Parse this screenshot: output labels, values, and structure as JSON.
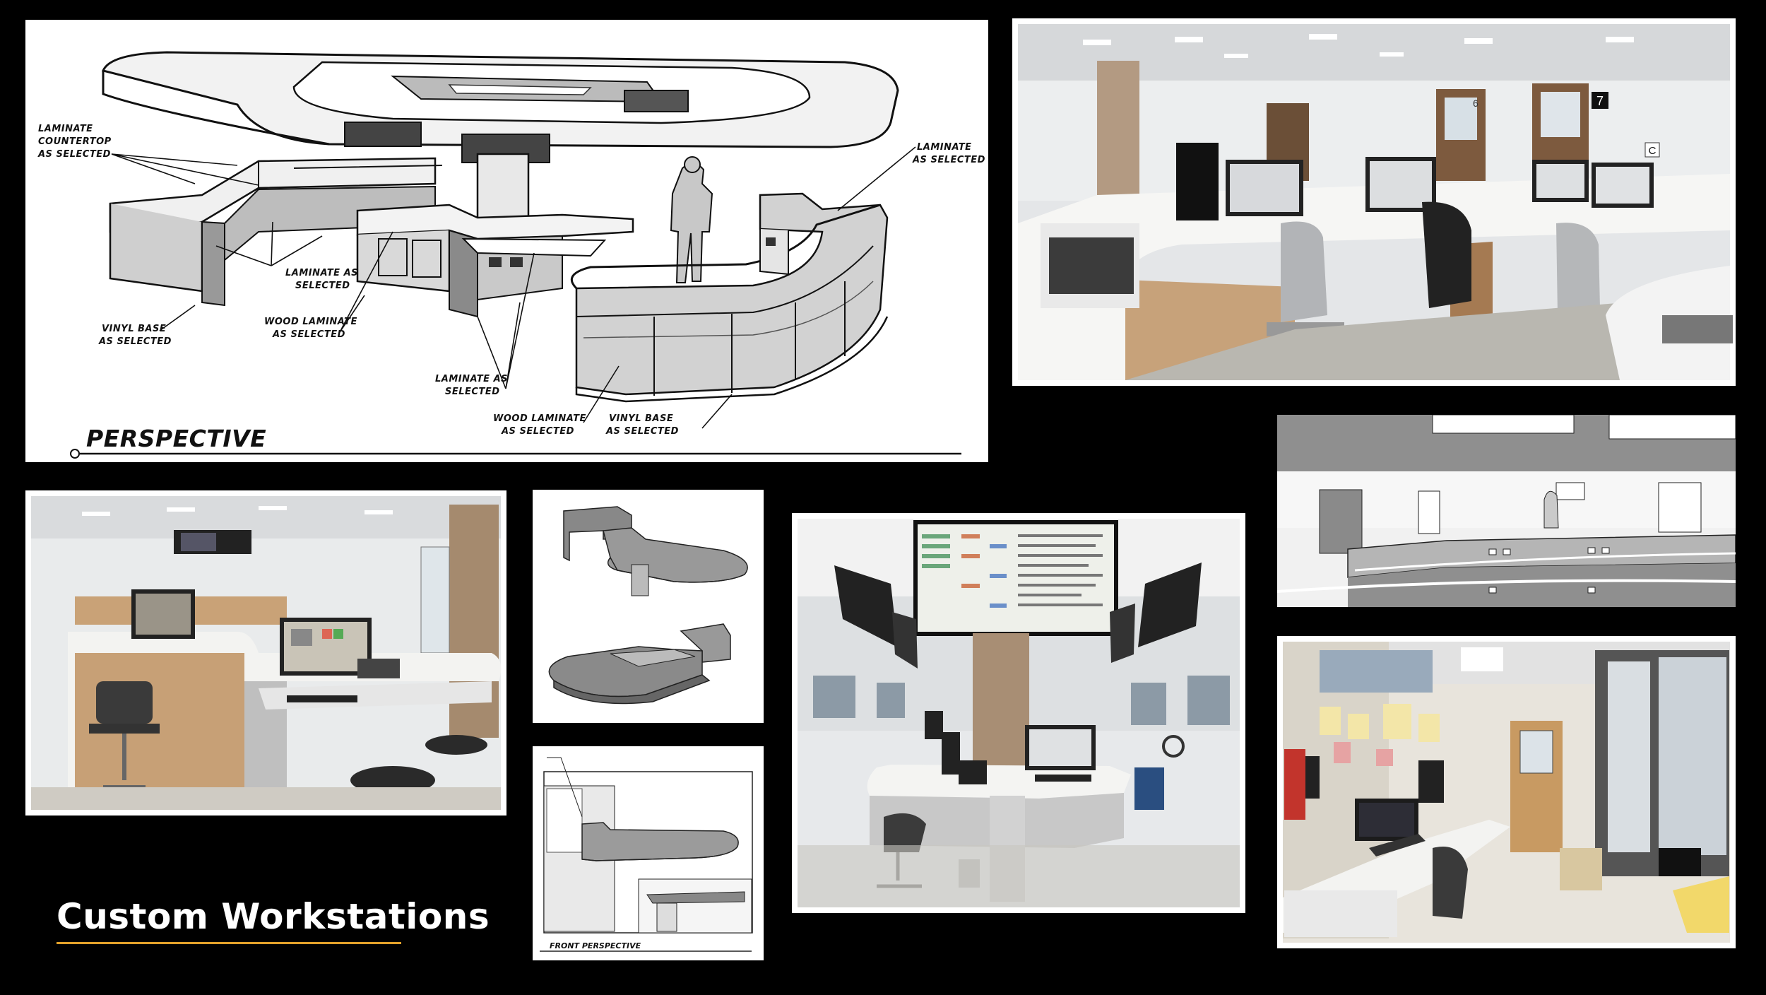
{
  "page": {
    "title": "Custom Workstations"
  },
  "colors": {
    "background": "#000000",
    "title_text": "#ffffff",
    "title_underline": "#e2a12a"
  },
  "drawing": {
    "view_label": "PERSPECTIVE",
    "callouts": {
      "countertop": [
        "LAMINATE",
        "COUNTERTOP",
        "AS SELECTED"
      ],
      "laminate_top_right": [
        "LAMINATE",
        "AS SELECTED"
      ],
      "laminate_mid": [
        "LAMINATE AS",
        "SELECTED"
      ],
      "vinyl_left": [
        "VINYL BASE",
        "AS SELECTED"
      ],
      "wood_left": [
        "WOOD LAMINATE",
        "AS SELECTED"
      ],
      "laminate_low": [
        "LAMINATE AS",
        "SELECTED"
      ],
      "wood_low": [
        "WOOD LAMINATE",
        "AS SELECTED"
      ],
      "vinyl_low": [
        "VINYL BASE",
        "AS SELECTED"
      ]
    }
  },
  "detail_drawing": {
    "view_label": "FRONT PERSPECTIVE"
  },
  "photos": {
    "monitor_sticker": "7",
    "monitor_sticker_b": "C",
    "door_number": "6"
  }
}
